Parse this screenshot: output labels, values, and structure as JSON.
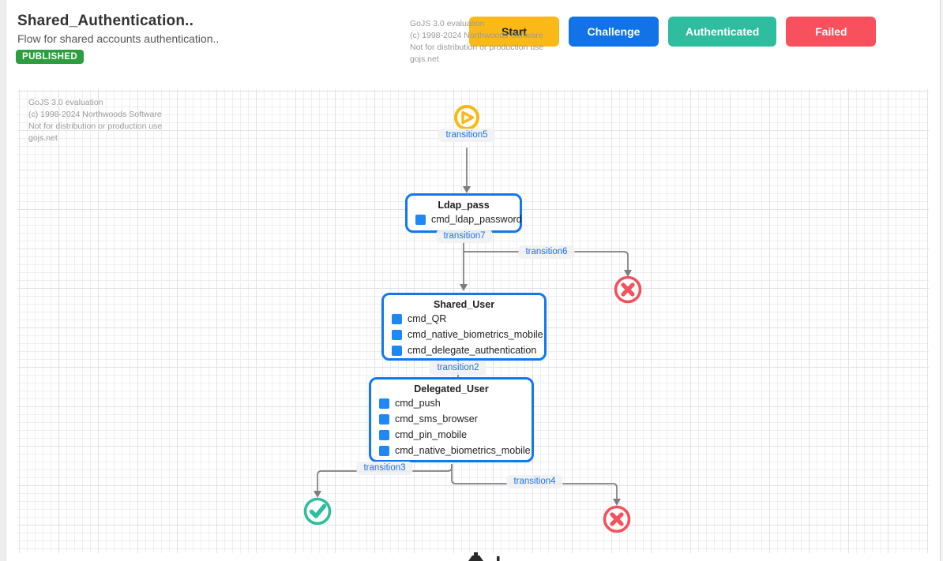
{
  "page": {
    "title": "Shared_Authentication..",
    "subtitle": "Flow for shared accounts authentication..",
    "status_badge": "PUBLISHED"
  },
  "watermark": {
    "line1": "GoJS 3.0 evaluation",
    "line2": "(c) 1998-2024 Northwoods Software",
    "line3": "Not for distribution or production use",
    "line4": "gojs.net"
  },
  "toolbar": {
    "buttons": [
      {
        "label": "Start",
        "color": "#fbb917"
      },
      {
        "label": "Challenge",
        "color": "#1272e8"
      },
      {
        "label": "Authenticated",
        "color": "#2ebd9e"
      },
      {
        "label": "Failed",
        "color": "#f8505c"
      }
    ]
  },
  "diagram": {
    "nodes": [
      {
        "title": "Ldap_pass",
        "items": [
          "cmd_ldap_password"
        ]
      },
      {
        "title": "Shared_User",
        "items": [
          "cmd_QR",
          "cmd_native_biometrics_mobile",
          "cmd_delegate_authentication"
        ]
      },
      {
        "title": "Delegated_User",
        "items": [
          "cmd_push",
          "cmd_sms_browser",
          "cmd_pin_mobile",
          "cmd_native_biometrics_mobile"
        ]
      }
    ],
    "edge_labels": {
      "t5": "transition5",
      "t7": "transition7",
      "t6": "transition6",
      "t2": "transition2",
      "t3": "transition3",
      "t4": "transition4"
    },
    "terminal_icons": {
      "start": "play-icon",
      "success": "check-icon",
      "fail_top": "x-icon",
      "fail_bottom": "x-icon"
    },
    "colors": {
      "node_border": "#1277f0",
      "item_square": "#1e88f7",
      "edge": "#7d7d7d",
      "label_text": "#1a73e8",
      "start_icon": "#f9b915",
      "success_icon": "#2ebe9e",
      "fail_icon": "#f4515e",
      "badge_green": "#2d9e3f"
    }
  }
}
